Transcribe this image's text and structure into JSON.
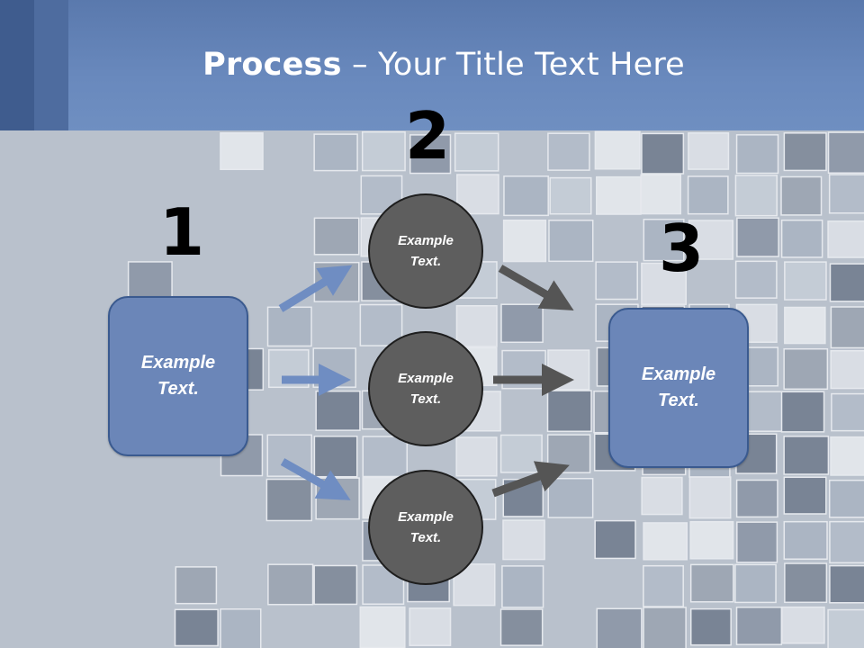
{
  "title": {
    "bold": "Process",
    "rest": " – Your Title Text Here"
  },
  "steps": {
    "one": "1",
    "two": "2",
    "three": "3"
  },
  "left_box": {
    "label": "Example\nText."
  },
  "right_box": {
    "label": "Example\nText."
  },
  "circles": [
    {
      "label": "Example\nText."
    },
    {
      "label": "Example\nText."
    },
    {
      "label": "Example\nText."
    }
  ],
  "colors": {
    "blue_arrow": "#6f8dc2",
    "dark_arrow": "#555555",
    "box_fill": "#6b86b8",
    "circle_fill": "#5e5e5e",
    "title_bar": "#6989bd"
  }
}
